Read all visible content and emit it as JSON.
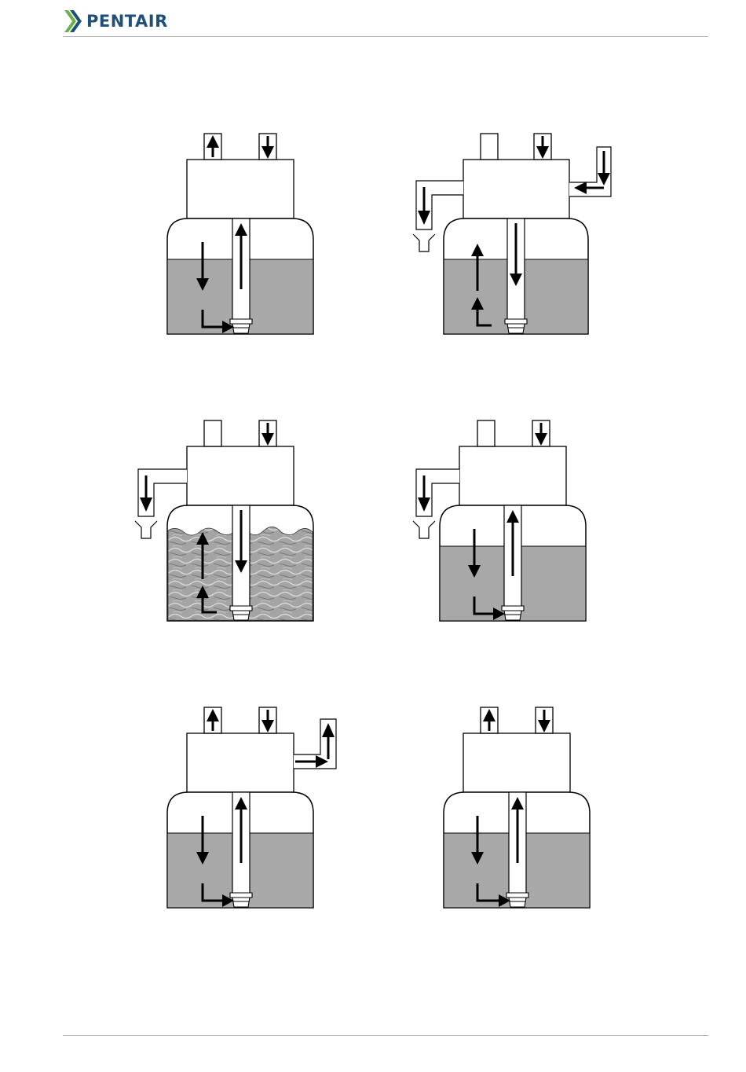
{
  "header": {
    "brand": "PENTAIR",
    "logo_icon": "pentair-chevron-logo",
    "brand_color": "#1f4f7a",
    "accent_color": "#6ab04c"
  },
  "diagrams": [
    {
      "id": "1",
      "water": "flat",
      "left_drain": false,
      "right_branch": "none",
      "top_left": "up-arrow",
      "top_right": "down-arrow",
      "tank_flow": "down-left-up-center"
    },
    {
      "id": "2",
      "water": "flat",
      "left_drain": true,
      "right_branch": "inlet",
      "top_left": "closed",
      "top_right": "down-arrow",
      "tank_flow": "up-left-down-center"
    },
    {
      "id": "3",
      "water": "wavy",
      "left_drain": true,
      "right_branch": "none",
      "top_left": "closed",
      "top_right": "down-arrow",
      "tank_flow": "up-left-down-center"
    },
    {
      "id": "4",
      "water": "flat",
      "left_drain": true,
      "right_branch": "none",
      "top_left": "closed",
      "top_right": "down-arrow",
      "tank_flow": "down-left-up-center"
    },
    {
      "id": "5",
      "water": "flat",
      "left_drain": false,
      "right_branch": "outlet",
      "top_left": "up-arrow",
      "top_right": "down-arrow",
      "tank_flow": "down-left-up-center"
    },
    {
      "id": "6",
      "water": "flat",
      "left_drain": false,
      "right_branch": "none",
      "top_left": "up-arrow",
      "top_right": "down-arrow",
      "tank_flow": "down-left-up-center"
    }
  ]
}
